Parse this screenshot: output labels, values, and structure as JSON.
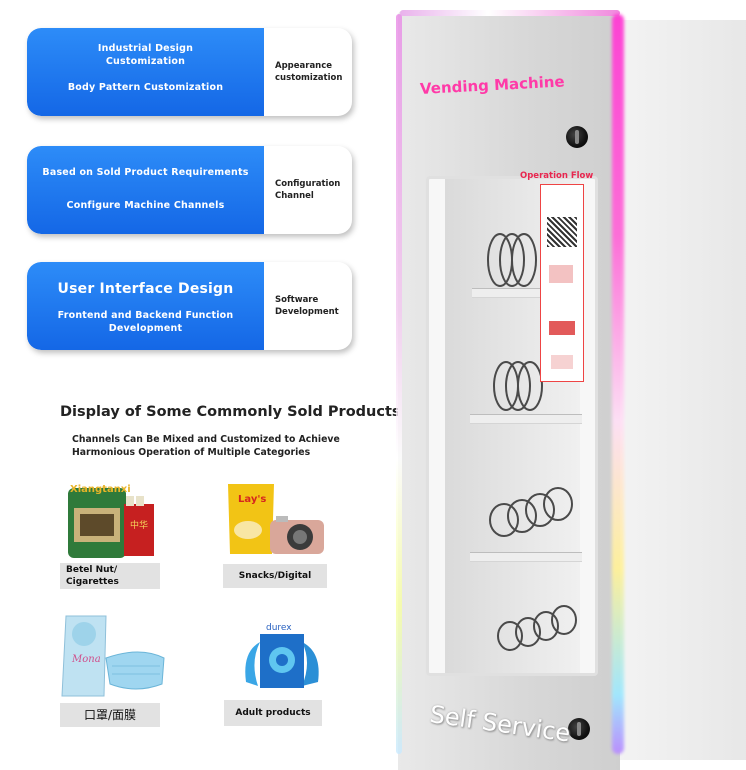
{
  "cards": [
    {
      "main_lines": [
        "Industrial Design",
        "Customization",
        "Body Pattern Customization"
      ],
      "side": [
        "Appearance",
        "customization"
      ]
    },
    {
      "main_lines": [
        "Based on Sold Product Requirements",
        "Configure Machine Channels"
      ],
      "side": [
        "Configuration Channel"
      ]
    },
    {
      "main_lines": [
        "User Interface Design",
        "Frontend and Backend Function",
        "Development"
      ],
      "side": [
        "Software",
        "Development"
      ]
    }
  ],
  "products_section": {
    "heading": "Display of Some Commonly Sold Products",
    "sub_lines": [
      "Channels Can Be Mixed and Customized to Achieve",
      "Harmonious Operation of Multiple Categories"
    ],
    "items": [
      {
        "label_lines": [
          "Betel Nut/",
          "Cigarettes"
        ],
        "icon": "betel-nut-cigarettes-image",
        "brand_text": "Xiangtanxi",
        "box_text": "中华"
      },
      {
        "label_lines": [
          "Snacks/Digital"
        ],
        "icon": "snacks-camera-image",
        "brand_text": "Lay's"
      },
      {
        "label_lines": [
          "口罩/面膜"
        ],
        "icon": "mask-facemask-image",
        "brand_text": "Mona"
      },
      {
        "label_lines": [
          "Adult products"
        ],
        "icon": "adult-products-image",
        "brand_text": "durex"
      }
    ]
  },
  "machine": {
    "title": "Vending Machine",
    "operation_flow": "Operation Flow",
    "footer_text": "Self Service",
    "accent_color": "#ff3aa8"
  }
}
